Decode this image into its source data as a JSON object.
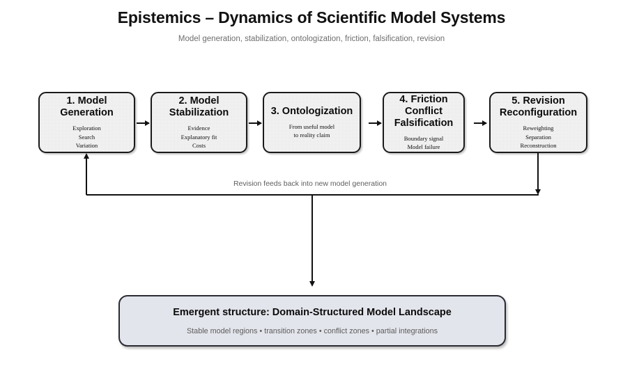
{
  "header": {
    "title": "Epistemics – Dynamics of Scientific Model Systems",
    "subtitle": "Model generation, stabilization, ontologization, friction, falsification, revision"
  },
  "stages": [
    {
      "id": "model-generation",
      "heading": "1. Model\nGeneration",
      "details": "Exploration\nSearch\nVariation"
    },
    {
      "id": "model-stabilization",
      "heading": "2. Model\nStabilization",
      "details": "Evidence\nExplanatory fit\nCosts"
    },
    {
      "id": "ontologization",
      "heading": "3. Ontologization",
      "details": "From useful model\nto reality claim"
    },
    {
      "id": "friction-conflict-falsification",
      "heading": "4. Friction\nConflict\nFalsification",
      "details": "Boundary signal\nModel failure"
    },
    {
      "id": "revision-reconfiguration",
      "heading": "5. Revision\nReconfiguration",
      "details": "Reweighting\nSeparation\nReconstruction"
    }
  ],
  "feedback": {
    "label": "Revision feeds back into new model generation"
  },
  "outcome": {
    "title": "Emergent structure: Domain-Structured Model Landscape",
    "subtitle": "Stable model regions • transition zones • conflict zones • partial integrations"
  },
  "colors": {
    "stage_fill": "#f7f7f7",
    "stage_border": "#1a1a1a",
    "outcome_fill": "#e3e5ec",
    "outcome_border": "#2a2a33",
    "connector": "#111111",
    "muted_text": "#6e6e6e",
    "page_background": "#ffffff"
  }
}
